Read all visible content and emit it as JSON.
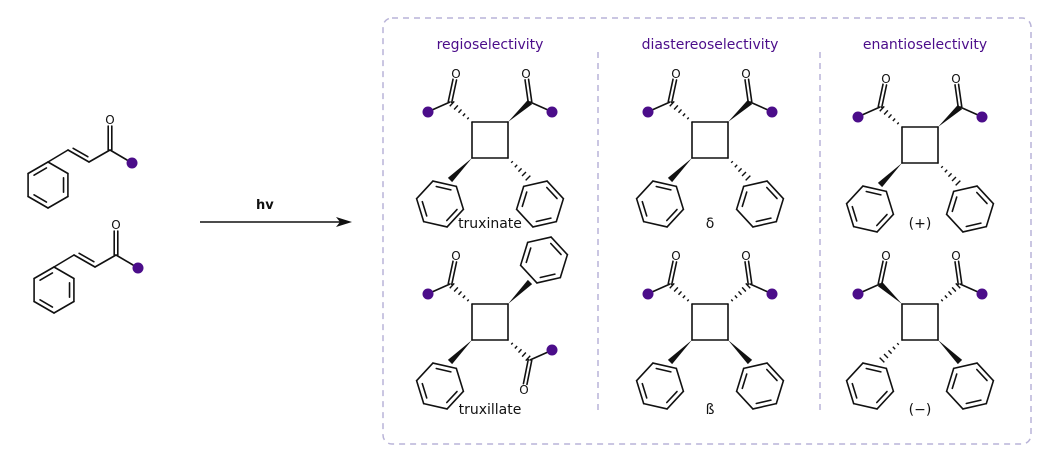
{
  "colors": {
    "accent": "#4b0d8a",
    "bond": "#111111",
    "frame": "#b9b4d8"
  },
  "reaction": {
    "condition_label": "hv",
    "reactant_count": 2
  },
  "columns": [
    {
      "header": "regioselectivity",
      "products": [
        {
          "label": "truxinate",
          "type": "head-to-head",
          "wedges": {
            "tl": "hash",
            "tr": "bold",
            "bl": "bold",
            "br": "hash"
          }
        },
        {
          "label": "truxillate",
          "type": "head-to-tail",
          "wedges": {
            "tl": "hash",
            "tr": "bold",
            "bl": "bold",
            "br": "hash"
          }
        }
      ]
    },
    {
      "header": "diastereoselectivity",
      "products": [
        {
          "label": "δ",
          "type": "head-to-head",
          "wedges": {
            "tl": "hash",
            "tr": "bold",
            "bl": "bold",
            "br": "hash"
          }
        },
        {
          "label": "ß",
          "type": "head-to-head",
          "wedges": {
            "tl": "hash",
            "tr": "hash",
            "bl": "bold",
            "br": "bold"
          }
        }
      ]
    },
    {
      "header": "enantioselectivity",
      "products": [
        {
          "label": "(+)",
          "type": "head-to-head",
          "wedges": {
            "tl": "hash",
            "tr": "bold",
            "bl": "bold",
            "br": "hash"
          }
        },
        {
          "label": "(−)",
          "type": "head-to-head",
          "wedges": {
            "tl": "bold",
            "tr": "hash",
            "bl": "hash",
            "br": "bold"
          }
        }
      ]
    }
  ],
  "atom_label": "O"
}
